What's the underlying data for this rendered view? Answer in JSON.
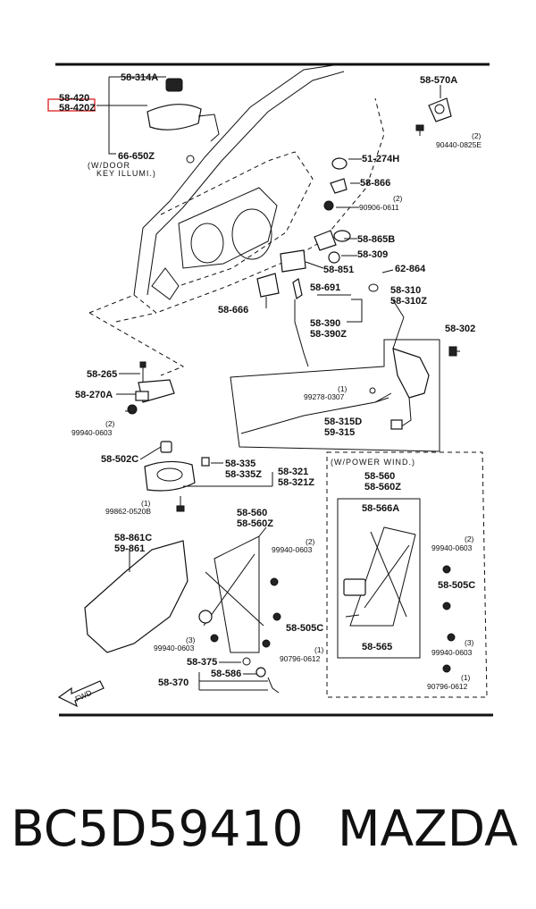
{
  "colors": {
    "line": "#111111",
    "highlight": "#e03c3c",
    "background": "#ffffff"
  },
  "footer": {
    "part_number": "BC5D59410",
    "brand": "MAZDA"
  },
  "labels": {
    "l_58_314A": "58-314A",
    "l_58_420": "58-420",
    "l_58_420Z": "58-420Z",
    "l_66_650Z": "66-650Z",
    "note_door_1": "(W/DOOR",
    "note_door_2": "KEY ILLUMI.)",
    "l_58_570A": "58-570A",
    "l_q2a": "(2)",
    "l_90440": "90440-0825E",
    "l_51_274H": "51-274H",
    "l_58_866": "58-866",
    "l_q2b": "(2)",
    "l_90906": "90906-0611",
    "l_58_865B": "58-865B",
    "l_58_309": "58-309",
    "l_58_851": "58-851",
    "l_62_864": "62-864",
    "l_58_666": "58-666",
    "l_58_691": "58-691",
    "l_58_310": "58-310",
    "l_58_310Z": "58-310Z",
    "l_58_390": "58-390",
    "l_58_390Z": "58-390Z",
    "l_58_302": "58-302",
    "l_58_265": "58-265",
    "l_58_270A": "58-270A",
    "l_q2c": "(2)",
    "l_99940a": "99940-0603",
    "l_q1a": "(1)",
    "l_99278": "99278-0307",
    "l_58_315D": "58-315D",
    "l_59_315": "59-315",
    "l_58_502C": "58-502C",
    "l_58_335": "58-335",
    "l_58_335Z": "58-335Z",
    "l_58_321": "58-321",
    "l_58_321Z": "58-321Z",
    "l_q1b": "(1)",
    "l_99862": "99862-0520B",
    "note_power": "(W/POWER WIND.)",
    "l_58_560a": "58-560",
    "l_58_560Za": "58-560Z",
    "l_58_566A": "58-566A",
    "l_58_560b": "58-560",
    "l_58_560Zb": "58-560Z",
    "l_58_861C": "58-861C",
    "l_59_861": "59-861",
    "l_q2d": "(2)",
    "l_99940b": "99940-0603",
    "l_58_505Ca": "58-505C",
    "l_q3a": "(3)",
    "l_99940c": "99940-0603",
    "l_q1c": "(1)",
    "l_90796a": "90796-0612",
    "l_58_375": "58-375",
    "l_58_586": "58-586",
    "l_58_370": "58-370",
    "l_q2e": "(2)",
    "l_99940d": "99940-0603",
    "l_58_505Cb": "58-505C",
    "l_58_565": "58-565",
    "l_q3b": "(3)",
    "l_99940e": "99940-0603",
    "l_q1d": "(1)",
    "l_90796b": "90796-0612",
    "fwd": "FWD"
  }
}
